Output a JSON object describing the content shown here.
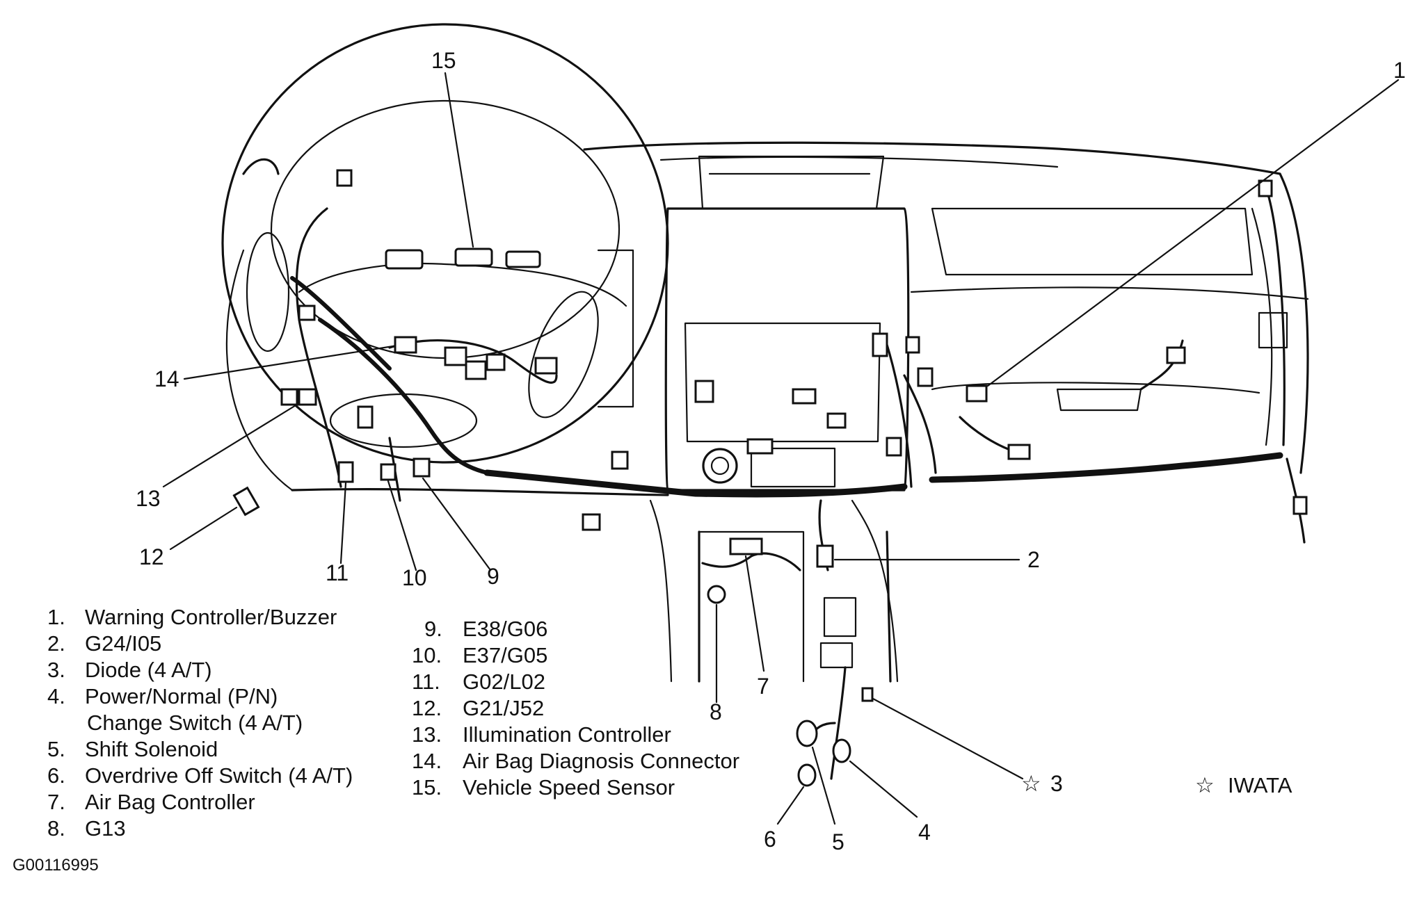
{
  "callouts": [
    {
      "num": "1"
    },
    {
      "num": "2"
    },
    {
      "num": "3"
    },
    {
      "num": "4"
    },
    {
      "num": "5"
    },
    {
      "num": "6"
    },
    {
      "num": "7"
    },
    {
      "num": "8"
    },
    {
      "num": "9"
    },
    {
      "num": "10"
    },
    {
      "num": "11"
    },
    {
      "num": "12"
    },
    {
      "num": "13"
    },
    {
      "num": "14"
    },
    {
      "num": "15"
    }
  ],
  "star_mark": "☆",
  "legend": [
    {
      "num": "1.",
      "lines": [
        "Warning Controller/Buzzer"
      ]
    },
    {
      "num": "2.",
      "lines": [
        "G24/I05"
      ]
    },
    {
      "num": "3.",
      "lines": [
        "Diode (4 A/T)"
      ]
    },
    {
      "num": "4.",
      "lines": [
        "Power/Normal (P/N)",
        "Change Switch (4 A/T)"
      ]
    },
    {
      "num": "5.",
      "lines": [
        "Shift Solenoid"
      ]
    },
    {
      "num": "6.",
      "lines": [
        "Overdrive Off Switch (4 A/T)"
      ]
    },
    {
      "num": "7.",
      "lines": [
        "Air Bag Controller"
      ]
    },
    {
      "num": "8.",
      "lines": [
        "G13"
      ]
    },
    {
      "num": "9.",
      "lines": [
        "E38/G06"
      ]
    },
    {
      "num": "10.",
      "lines": [
        "E37/G05"
      ]
    },
    {
      "num": "11.",
      "lines": [
        "G02/L02"
      ]
    },
    {
      "num": "12.",
      "lines": [
        "G21/J52"
      ]
    },
    {
      "num": "13.",
      "lines": [
        "Illumination Controller"
      ]
    },
    {
      "num": "14.",
      "lines": [
        "Air Bag Diagnosis Connector"
      ]
    },
    {
      "num": "15.",
      "lines": [
        "Vehicle Speed Sensor"
      ]
    }
  ],
  "star_note": {
    "symbol": "☆",
    "text": "IWATA"
  },
  "doc_id": "G00116995"
}
